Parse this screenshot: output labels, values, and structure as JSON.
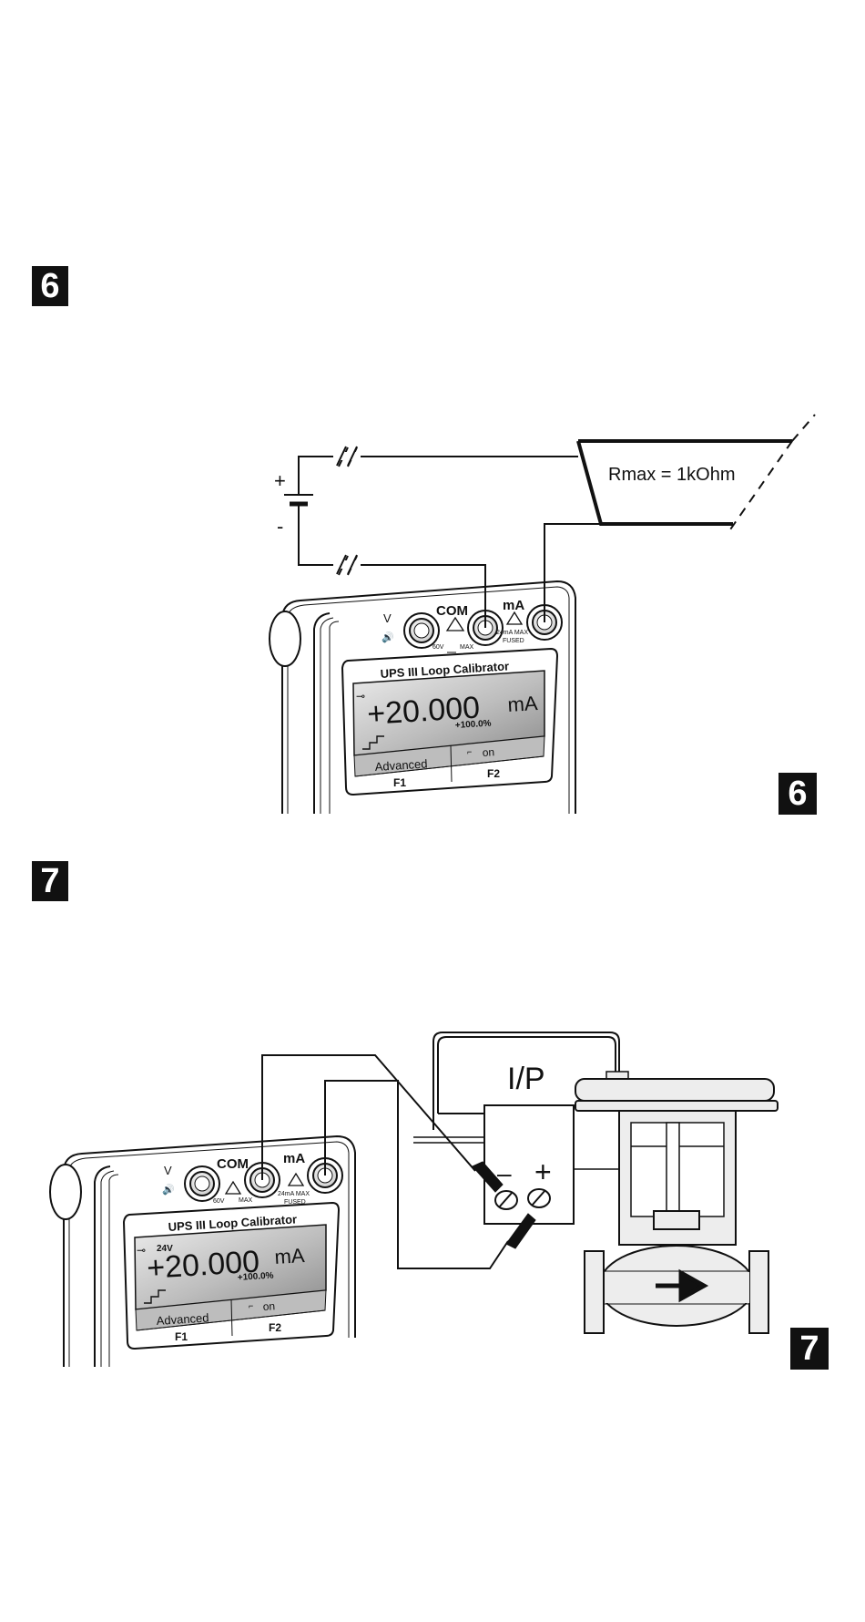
{
  "badges": {
    "step6_top": "6",
    "step6_corner": "6",
    "step7_top": "7",
    "step7_corner": "7"
  },
  "diagram6": {
    "load_label": "Rmax = 1kOhm",
    "plus_sign": "+",
    "minus_sign": "-"
  },
  "calibrator": {
    "terminal_v": "V",
    "terminal_com": "COM",
    "terminal_ma": "mA",
    "rating_60v": "60V",
    "rating_max": "MAX",
    "rating_24ma_max": "24mA MAX",
    "rating_fused": "FUSED",
    "device_title": "UPS III  Loop Calibrator",
    "reading": "+20.000",
    "unit": "mA",
    "percent": "+100.0%",
    "supply_24v": "24V",
    "softkey1": "Advanced",
    "softkey2": "on",
    "f1": "F1",
    "f2": "F2"
  },
  "diagram7": {
    "converter_label": "I/P",
    "terminal_minus": "–",
    "terminal_plus": "+"
  },
  "icons": [
    "step-ramp-icon",
    "lock-icon",
    "warning-icon",
    "ground-icon",
    "dc-icon",
    "sound-icon",
    "flow-arrow-icon"
  ]
}
